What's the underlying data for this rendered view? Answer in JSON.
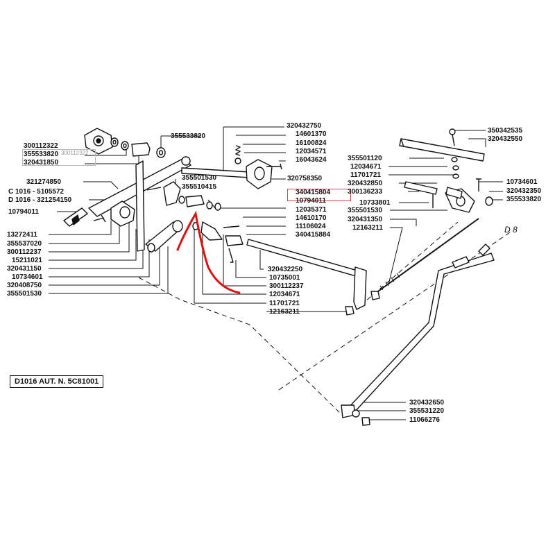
{
  "diagram": {
    "model_label": "D1016  AUT. N. 5C81001",
    "view_label": "D 8",
    "faint_label": "300112322",
    "highlight_color": "#e04040",
    "annotation_color": "#e01010",
    "parts": [
      {
        "id": "p01",
        "text": "300112322"
      },
      {
        "id": "p02",
        "text": "355533820"
      },
      {
        "id": "p03",
        "text": "320431850"
      },
      {
        "id": "p04",
        "text": "321274850"
      },
      {
        "id": "p05",
        "text": "C 1016 - 5105572"
      },
      {
        "id": "p06",
        "text": "D 1016 - 321254150"
      },
      {
        "id": "p07",
        "text": "10794011"
      },
      {
        "id": "p08",
        "text": "13272411"
      },
      {
        "id": "p09",
        "text": "355537020"
      },
      {
        "id": "p10",
        "text": "300112237"
      },
      {
        "id": "p11",
        "text": "15211021"
      },
      {
        "id": "p12",
        "text": "320431150"
      },
      {
        "id": "p13",
        "text": "10734601"
      },
      {
        "id": "p14",
        "text": "320408750"
      },
      {
        "id": "p15",
        "text": "355501530"
      },
      {
        "id": "p16",
        "text": "355533820"
      },
      {
        "id": "p17",
        "text": "320432750"
      },
      {
        "id": "p18",
        "text": "14601370"
      },
      {
        "id": "p19",
        "text": "16100824"
      },
      {
        "id": "p20",
        "text": "12034571"
      },
      {
        "id": "p21",
        "text": "16043624"
      },
      {
        "id": "p22",
        "text": "355501530"
      },
      {
        "id": "p23",
        "text": "355510415"
      },
      {
        "id": "p24",
        "text": "320758350"
      },
      {
        "id": "p25",
        "text": "340415804"
      },
      {
        "id": "p26",
        "text": "10794011"
      },
      {
        "id": "p27",
        "text": "12035371"
      },
      {
        "id": "p28",
        "text": "14610170"
      },
      {
        "id": "p29",
        "text": "11106024"
      },
      {
        "id": "p30",
        "text": "340415884"
      },
      {
        "id": "p31",
        "text": "320432250"
      },
      {
        "id": "p32",
        "text": "10735001"
      },
      {
        "id": "p33",
        "text": "300112237"
      },
      {
        "id": "p34",
        "text": "12034671"
      },
      {
        "id": "p35",
        "text": "11701721"
      },
      {
        "id": "p36",
        "text": "12163211"
      },
      {
        "id": "p37",
        "text": "350342535"
      },
      {
        "id": "p38",
        "text": "320432550"
      },
      {
        "id": "p39",
        "text": "355501120"
      },
      {
        "id": "p40",
        "text": "12034671"
      },
      {
        "id": "p41",
        "text": "11701721"
      },
      {
        "id": "p42",
        "text": "320432850"
      },
      {
        "id": "p43",
        "text": "300136233"
      },
      {
        "id": "p44",
        "text": "10733801"
      },
      {
        "id": "p45",
        "text": "355501530"
      },
      {
        "id": "p46",
        "text": "320431350"
      },
      {
        "id": "p47",
        "text": "12163211"
      },
      {
        "id": "p48",
        "text": "10734601"
      },
      {
        "id": "p49",
        "text": "320432350"
      },
      {
        "id": "p50",
        "text": "355533820"
      },
      {
        "id": "p51",
        "text": "320432650"
      },
      {
        "id": "p52",
        "text": "355531220"
      },
      {
        "id": "p53",
        "text": "11066276"
      }
    ]
  }
}
